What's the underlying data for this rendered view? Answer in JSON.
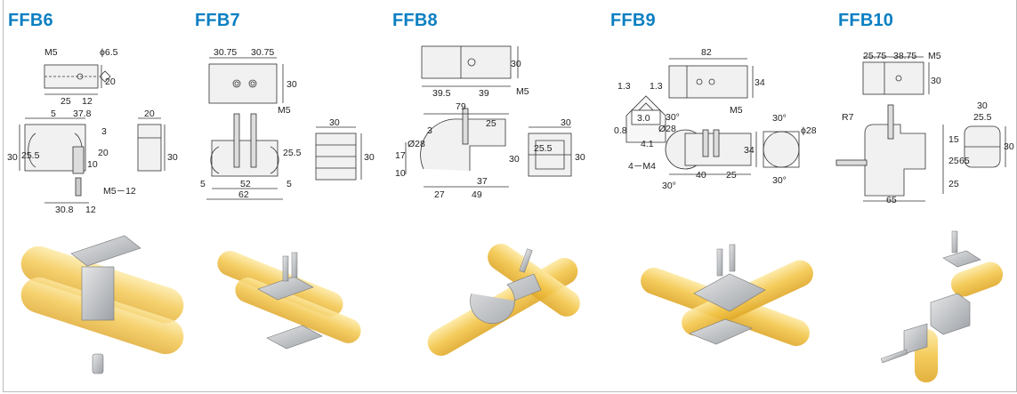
{
  "colors": {
    "title": "#0b7fc2",
    "pipe": "#f3c64a",
    "metal": "#b9bcc0"
  },
  "products": [
    {
      "title": "FFB6",
      "labels": {
        "m5": "M5",
        "phi": "ϕ6.5",
        "d20a": "20",
        "d25": "25",
        "d12a": "12",
        "d5": "5",
        "d378": "37.8",
        "d3": "3",
        "d30": "30",
        "d255": "25.5",
        "d10": "10",
        "d20b": "20",
        "m512": "M5－12",
        "d308": "30.8",
        "d12b": "12",
        "s20": "20",
        "s30": "30"
      }
    },
    {
      "title": "FFB7",
      "labels": {
        "a": "30.75",
        "b": "30.75",
        "h30": "30",
        "m5": "M5",
        "d255": "25.5",
        "d5a": "5",
        "d52": "52",
        "d5b": "5",
        "d62": "62",
        "s30a": "30",
        "s30b": "30"
      }
    },
    {
      "title": "FFB8",
      "labels": {
        "h30": "30",
        "d395": "39.5",
        "d39": "39",
        "m5": "M5",
        "d79": "79",
        "d25": "25",
        "d3": "3",
        "d28": "Ø28",
        "d17": "17",
        "d10": "10",
        "d30": "30",
        "d37": "37",
        "d27": "27",
        "d49": "49",
        "s30": "30",
        "s255": "25.5",
        "sh30": "30"
      }
    },
    {
      "title": "FFB9",
      "labels": {
        "d82": "82",
        "d13a": "1.3",
        "d13b": "1.3",
        "d34": "34",
        "m5": "M5",
        "d08": "0.8",
        "d30box": "3.0",
        "a30a": "30°",
        "d28a": "Ø28",
        "d41": "4.1",
        "m4": "4－M4",
        "d40": "40",
        "d25": "25",
        "d34b": "34",
        "a30b": "30°",
        "a30c": "30°",
        "a30d": "30°",
        "d28b": "ϕ28"
      }
    },
    {
      "title": "FFB10",
      "labels": {
        "d2575": "25.75",
        "d3875": "38.75",
        "m5": "M5",
        "h30": "30",
        "r7": "R7",
        "s30": "30",
        "s255": "25.5",
        "sh30": "30",
        "d15": "15",
        "d25a": "25",
        "d65a": "65",
        "d25b": "25",
        "d65b": "65"
      }
    }
  ]
}
